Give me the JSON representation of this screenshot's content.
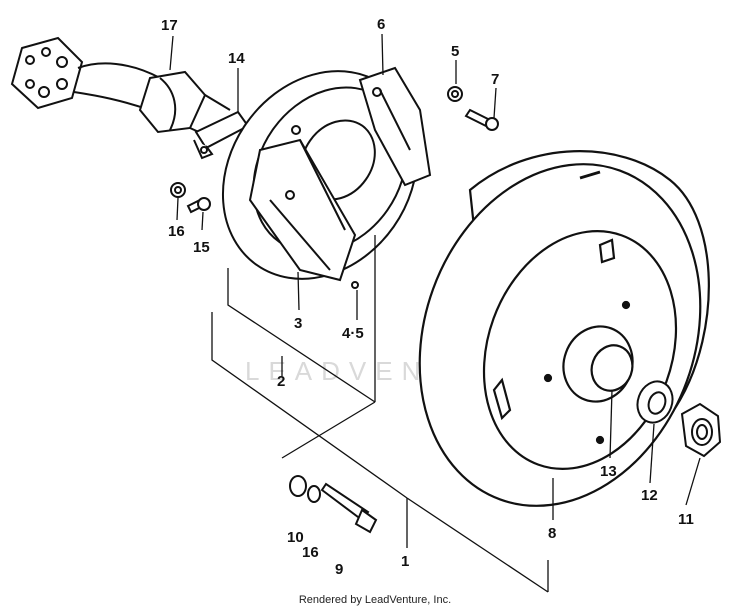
{
  "watermark": "LEADVENTURE",
  "footer": "Rendered by LeadVenture, Inc.",
  "callouts": {
    "c17": "17",
    "c14": "14",
    "c6": "6",
    "c5": "5",
    "c7": "7",
    "c16a": "16",
    "c15": "15",
    "c3": "3",
    "c45": "4·5",
    "c2": "2",
    "c13": "13",
    "c12": "12",
    "c11": "11",
    "c8": "8",
    "c10": "10",
    "c16b": "16",
    "c9": "9",
    "c1": "1"
  }
}
